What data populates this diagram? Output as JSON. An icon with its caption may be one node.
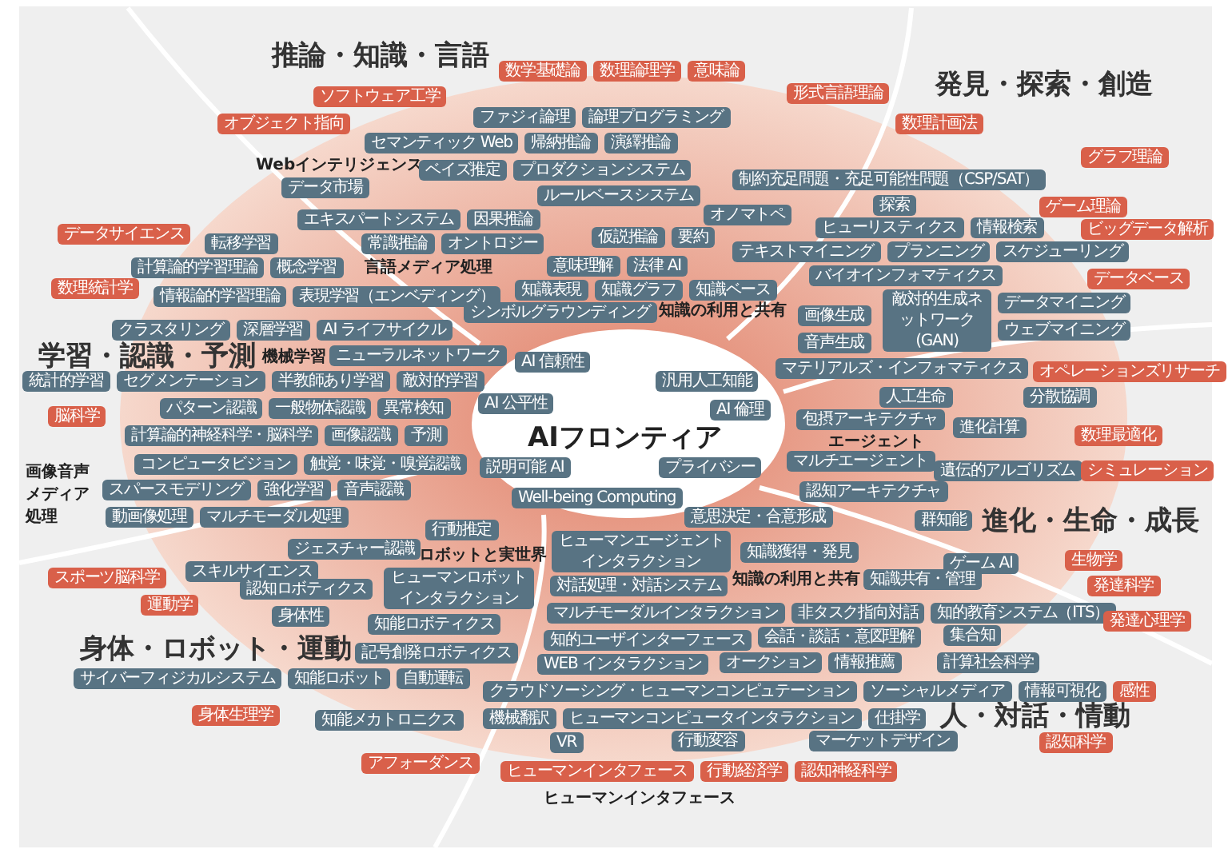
{
  "diagram": {
    "nodes": [
      {
        "text": [
          "ソフトウェア工学"
        ]
      },
      {
        "text": [
          "数学基礎論"
        ]
      },
      {
        "text": [
          "数理論理学"
        ]
      },
      {
        "text": [
          "意味論"
        ]
      },
      {
        "text": [
          "形式言語理論"
        ]
      },
      {
        "text": [
          "オブジェクト指向"
        ]
      },
      {
        "text": [
          "ファジィ論理"
        ]
      },
      {
        "text": [
          "論理プログラミング"
        ]
      },
      {
        "text": [
          "数理計画法"
        ]
      },
      {
        "text": [
          "セマンティック Web"
        ]
      },
      {
        "text": [
          "帰納推論"
        ]
      },
      {
        "text": [
          "演繹推論"
        ]
      },
      {
        "text": [
          "ベイズ推定"
        ]
      },
      {
        "text": [
          "プロダクションシステム"
        ]
      },
      {
        "text": [
          "データ市場"
        ]
      },
      {
        "text": [
          "ルールベースシステム"
        ]
      },
      {
        "text": [
          "制約充足問題・充足可能性問題（CSP/SAT）"
        ]
      },
      {
        "text": [
          "グラフ理論"
        ]
      },
      {
        "text": [
          "オノマトペ"
        ]
      },
      {
        "text": [
          "探索"
        ]
      },
      {
        "text": [
          "ゲーム理論"
        ]
      },
      {
        "text": [
          "エキスパートシステム"
        ]
      },
      {
        "text": [
          "因果推論"
        ]
      },
      {
        "text": [
          "データサイエンス"
        ]
      },
      {
        "text": [
          "転移学習"
        ]
      },
      {
        "text": [
          "常識推論"
        ]
      },
      {
        "text": [
          "オントロジー"
        ]
      },
      {
        "text": [
          "仮説推論"
        ]
      },
      {
        "text": [
          "要約"
        ]
      },
      {
        "text": [
          "ヒューリスティクス"
        ]
      },
      {
        "text": [
          "情報検索"
        ]
      },
      {
        "text": [
          "ビッグデータ解析"
        ]
      },
      {
        "text": [
          "計算論的学習理論"
        ]
      },
      {
        "text": [
          "概念学習"
        ]
      },
      {
        "text": [
          "意味理解"
        ]
      },
      {
        "text": [
          "法律 AI"
        ]
      },
      {
        "text": [
          "テキストマイニング"
        ]
      },
      {
        "text": [
          "プランニング"
        ]
      },
      {
        "text": [
          "スケジューリング"
        ]
      },
      {
        "text": [
          "データベース"
        ]
      },
      {
        "text": [
          "数理統計学"
        ]
      },
      {
        "text": [
          "情報論的学習理論"
        ]
      },
      {
        "text": [
          "表現学習（エンベディング）"
        ]
      },
      {
        "text": [
          "知識表現"
        ]
      },
      {
        "text": [
          "知識グラフ"
        ]
      },
      {
        "text": [
          "知識ベース"
        ]
      },
      {
        "text": [
          "バイオインフォマティクス"
        ]
      },
      {
        "text": [
          "データマイニング"
        ]
      },
      {
        "text": [
          "クラスタリング"
        ]
      },
      {
        "text": [
          "深層学習"
        ]
      },
      {
        "text": [
          "AI ライフサイクル"
        ]
      },
      {
        "text": [
          "シンボルグラウンディング"
        ]
      },
      {
        "text": [
          "画像生成"
        ]
      },
      {
        "text": [
          "敵対的生成ネットワーク(GAN)"
        ]
      },
      {
        "text": [
          "ウェブマイニング"
        ]
      },
      {
        "text": [
          "ニューラルネットワーク"
        ]
      },
      {
        "text": [
          "音声生成"
        ]
      },
      {
        "text": [
          "マテリアルズ・インフォマティクス"
        ]
      },
      {
        "text": [
          "オペレーションズリサーチ"
        ]
      },
      {
        "text": [
          "統計的学習"
        ]
      },
      {
        "text": [
          "セグメンテーション"
        ]
      },
      {
        "text": [
          "半教師あり学習"
        ]
      },
      {
        "text": [
          "敵対的学習"
        ]
      },
      {
        "text": [
          "AIフロンティア"
        ]
      },
      {
        "text": [
          "AI 信頼性"
        ],
        "in": 63
      },
      {
        "text": [
          "汎用人工知能"
        ],
        "in": 63
      },
      {
        "text": [
          "AI 公平性"
        ],
        "in": 63
      },
      {
        "text": [
          "AI 倫理"
        ],
        "in": 63
      },
      {
        "text": [
          "プライバシー"
        ],
        "in": 63
      },
      {
        "text": [
          "説明可能 AI"
        ],
        "in": 63
      },
      {
        "text": [
          "Well-being Computing"
        ],
        "in": 63
      },
      {
        "text": [
          "人工生命"
        ]
      },
      {
        "text": [
          "分散協調"
        ]
      },
      {
        "text": [
          "パターン認識"
        ]
      },
      {
        "text": [
          "一般物体認識"
        ]
      },
      {
        "text": [
          "異常検知"
        ]
      },
      {
        "text": [
          "脳科学"
        ]
      },
      {
        "text": [
          "包摂アーキテクチャ"
        ]
      },
      {
        "text": [
          "進化計算"
        ]
      },
      {
        "text": [
          "数理最適化"
        ]
      },
      {
        "text": [
          "計算論的神経科学・脳科学"
        ]
      },
      {
        "text": [
          "画像認識"
        ]
      },
      {
        "text": [
          "予測"
        ]
      },
      {
        "text": [
          "マルチエージェント"
        ]
      },
      {
        "text": [
          "遺伝的アルゴリズム"
        ]
      },
      {
        "text": [
          "シミュレーション"
        ]
      },
      {
        "text": [
          "コンピュータビジョン"
        ]
      },
      {
        "text": [
          "触覚・味覚・嗅覚認識"
        ]
      },
      {
        "text": [
          "認知アーキテクチャ"
        ]
      },
      {
        "text": [
          "スパースモデリング"
        ]
      },
      {
        "text": [
          "強化学習"
        ]
      },
      {
        "text": [
          "音声認識"
        ]
      },
      {
        "text": [
          "動画像処理"
        ]
      },
      {
        "text": [
          "マルチモーダル処理"
        ]
      },
      {
        "text": [
          "群知能"
        ]
      },
      {
        "text": [
          "意思決定・合意形成"
        ]
      },
      {
        "text": [
          "行動推定"
        ]
      },
      {
        "text": [
          "ヒューマンエージェントインタラクション"
        ]
      },
      {
        "text": [
          "ジェスチャー認識"
        ]
      },
      {
        "text": [
          "スキルサイエンス"
        ]
      },
      {
        "text": [
          "知識獲得・発見"
        ]
      },
      {
        "text": [
          "ゲーム AI"
        ]
      },
      {
        "text": [
          "生物学"
        ]
      },
      {
        "text": [
          "スポーツ脳科学"
        ]
      },
      {
        "text": [
          "認知ロボティクス"
        ]
      },
      {
        "text": [
          "ヒューマンロボットインタラクション"
        ]
      },
      {
        "text": [
          "対話処理・対話システム"
        ]
      },
      {
        "text": [
          "知識共有・管理"
        ]
      },
      {
        "text": [
          "発達科学"
        ]
      },
      {
        "text": [
          "運動学"
        ]
      },
      {
        "text": [
          "身体性"
        ]
      },
      {
        "text": [
          "知能ロボティクス"
        ]
      },
      {
        "text": [
          "マルチモーダルインタラクション"
        ]
      },
      {
        "text": [
          "非タスク指向対話"
        ]
      },
      {
        "text": [
          "知的教育システム（ITS）"
        ]
      },
      {
        "text": [
          "発達心理学"
        ]
      },
      {
        "text": [
          "記号創発ロボティクス"
        ]
      },
      {
        "text": [
          "知的ユーザインターフェース"
        ]
      },
      {
        "text": [
          "会話・談話・意図理解"
        ]
      },
      {
        "text": [
          "集合知"
        ]
      },
      {
        "text": [
          "WEB インタラクション"
        ]
      },
      {
        "text": [
          "オークション"
        ]
      },
      {
        "text": [
          "情報推薦"
        ]
      },
      {
        "text": [
          "計算社会科学"
        ]
      },
      {
        "text": [
          "サイバーフィジカルシステム"
        ]
      },
      {
        "text": [
          "知能ロボット"
        ]
      },
      {
        "text": [
          "自動運転"
        ]
      },
      {
        "text": [
          "クラウドソーシング・ヒューマンコンピュテーション"
        ]
      },
      {
        "text": [
          "ソーシャルメディア"
        ]
      },
      {
        "text": [
          "情報可視化"
        ]
      },
      {
        "text": [
          "感性"
        ]
      },
      {
        "text": [
          "身体生理学"
        ]
      },
      {
        "text": [
          "機械翻訳"
        ]
      },
      {
        "text": [
          "知能メカトロニクス"
        ]
      },
      {
        "text": [
          "ヒューマンコンピュータインタラクション"
        ]
      },
      {
        "text": [
          "仕掛学"
        ]
      },
      {
        "text": [
          "VR"
        ]
      },
      {
        "text": [
          "行動変容"
        ]
      },
      {
        "text": [
          "マーケットデザイン"
        ]
      },
      {
        "text": [
          "認知科学"
        ]
      },
      {
        "text": [
          "アフォーダンス"
        ]
      },
      {
        "text": [
          "ヒューマンインタフェース"
        ]
      },
      {
        "text": [
          "行動経済学"
        ]
      },
      {
        "text": [
          "認知神経科学"
        ]
      }
    ],
    "labels": [
      "推論・知識・言語",
      "発見・探索・創造",
      "Webインテリジェンス",
      "言語メディア処理",
      "知識の利用と共有",
      "学習・認識・予測",
      "機械学習",
      "画像音声メディア処理",
      "エージェント",
      "進化・生命・成長",
      "ロボットと実世界",
      "知識の利用と共有",
      "身体・ロボット・運動",
      "人・対話・情動",
      "ヒューマンインタフェース"
    ]
  }
}
